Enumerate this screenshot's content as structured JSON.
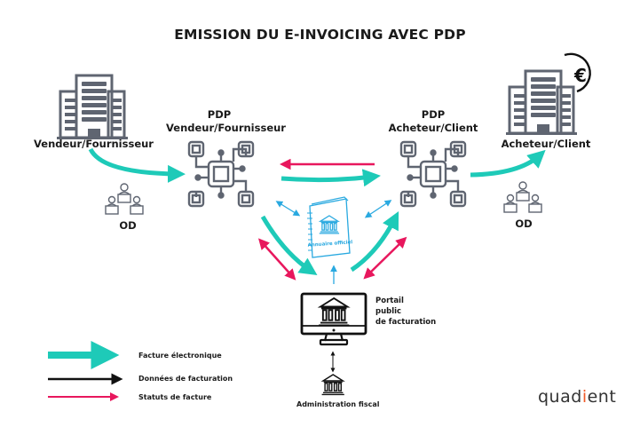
{
  "title": "EMISSION DU E-INVOICING AVEC PDP",
  "colors": {
    "teal": "#1ecab8",
    "pink": "#e8175d",
    "blue": "#29a9e0",
    "gray_icon": "#5f6571",
    "black": "#111111"
  },
  "nodes": {
    "seller": {
      "label": "Vendeur/Fournisseur",
      "icon": "building-icon"
    },
    "seller_od": {
      "label": "OD",
      "icon": "team-icon"
    },
    "pdp_seller": {
      "label_line1": "PDP",
      "label_line2": "Vendeur/Fournisseur",
      "icon": "circuit-icon"
    },
    "pdp_buyer": {
      "label_line1": "PDP",
      "label_line2": "Acheteur/Client",
      "icon": "circuit-icon"
    },
    "buyer": {
      "label": "Acheteur/Client",
      "icon": "building-euro-icon",
      "badge": "€"
    },
    "buyer_od": {
      "label": "OD",
      "icon": "team-icon"
    },
    "directory": {
      "label": "Annuaire officiel",
      "icon": "notebook-bank-icon"
    },
    "portal": {
      "label_line1": "Portail",
      "label_line2": "public",
      "label_line3": "de facturation",
      "icon": "monitor-bank-icon"
    },
    "tax_admin": {
      "label": "Administration fiscal",
      "icon": "bank-icon"
    }
  },
  "legend": {
    "items": [
      {
        "label": "Facture électronique",
        "color": "#1ecab8",
        "style": "thick-arrow"
      },
      {
        "label": "Données de facturation",
        "color": "#111111",
        "style": "arrow"
      },
      {
        "label": "Statuts de facture",
        "color": "#e8175d",
        "style": "thin-arrow"
      }
    ]
  },
  "brand": {
    "logo_left": "quad",
    "logo_mark": "i",
    "logo_right": "ent",
    "mark_color": "#f05a28"
  }
}
